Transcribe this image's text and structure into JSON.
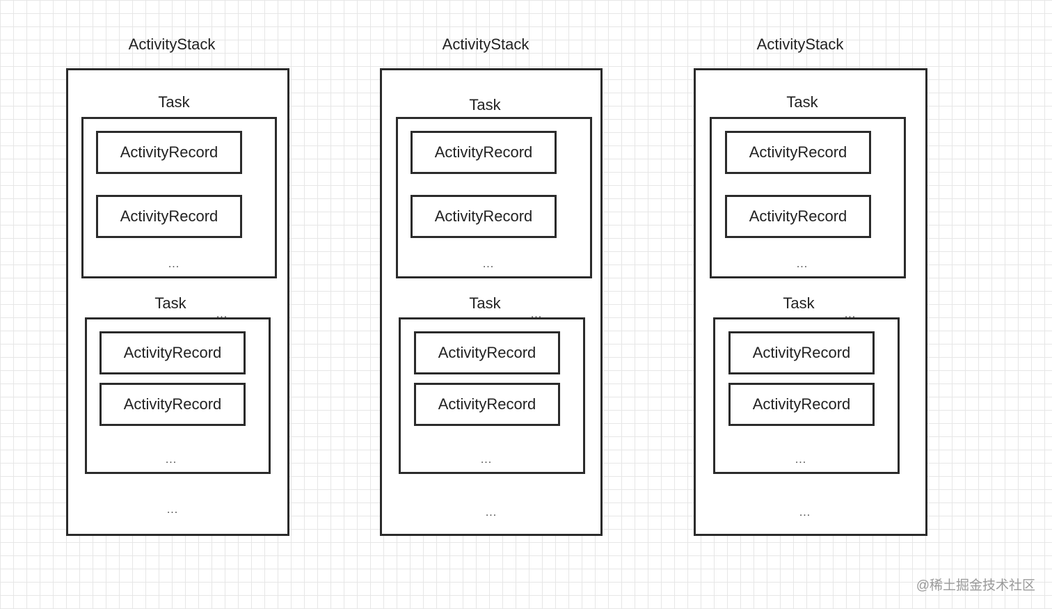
{
  "stack_label": "ActivityStack",
  "task_label": "Task",
  "record_label": "ActivityRecord",
  "ellipsis": "...",
  "watermark": "@稀土掘金技术社区"
}
